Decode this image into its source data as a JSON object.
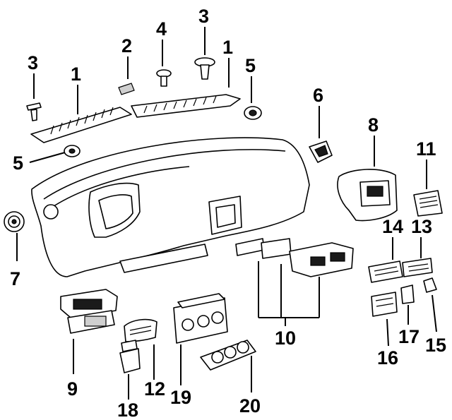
{
  "diagram": {
    "callouts": [
      {
        "id": "c1a",
        "label": "1"
      },
      {
        "id": "c1b",
        "label": "1"
      },
      {
        "id": "c2",
        "label": "2"
      },
      {
        "id": "c3a",
        "label": "3"
      },
      {
        "id": "c3b",
        "label": "3"
      },
      {
        "id": "c4",
        "label": "4"
      },
      {
        "id": "c5a",
        "label": "5"
      },
      {
        "id": "c5b",
        "label": "5"
      },
      {
        "id": "c6",
        "label": "6"
      },
      {
        "id": "c7",
        "label": "7"
      },
      {
        "id": "c8",
        "label": "8"
      },
      {
        "id": "c9",
        "label": "9"
      },
      {
        "id": "c10",
        "label": "10"
      },
      {
        "id": "c11",
        "label": "11"
      },
      {
        "id": "c12",
        "label": "12"
      },
      {
        "id": "c13",
        "label": "13"
      },
      {
        "id": "c14",
        "label": "14"
      },
      {
        "id": "c15",
        "label": "15"
      },
      {
        "id": "c16",
        "label": "16"
      },
      {
        "id": "c17",
        "label": "17"
      },
      {
        "id": "c18",
        "label": "18"
      },
      {
        "id": "c19",
        "label": "19"
      },
      {
        "id": "c20",
        "label": "20"
      }
    ]
  }
}
